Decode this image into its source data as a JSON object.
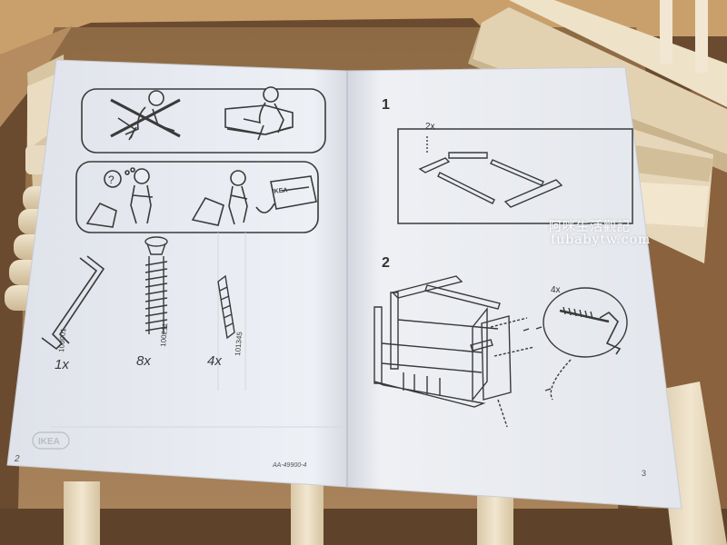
{
  "manual": {
    "left_page_number": "2",
    "doc_code": "AA-49900-4",
    "right_page_number": "3",
    "brand_logo_text": "IKEA",
    "parts": [
      {
        "name": "hex-key",
        "article": "100001",
        "qty": "1x"
      },
      {
        "name": "bolt",
        "article": "100211",
        "qty": "8x"
      },
      {
        "name": "dowel",
        "article": "101345",
        "qty": "4x"
      }
    ],
    "steps": [
      {
        "number": "1",
        "qty_label": "2x"
      },
      {
        "number": "2",
        "qty_label": "4x"
      }
    ]
  },
  "watermark": {
    "line1": "阿咪生活觀記",
    "line2": "fubabytw.com",
    "color": "#ffffff"
  },
  "colors": {
    "cardboard": "#a47a50",
    "wood": "#e9dcc3",
    "paper": "#ebedf3",
    "ink": "#3a3a3a"
  }
}
